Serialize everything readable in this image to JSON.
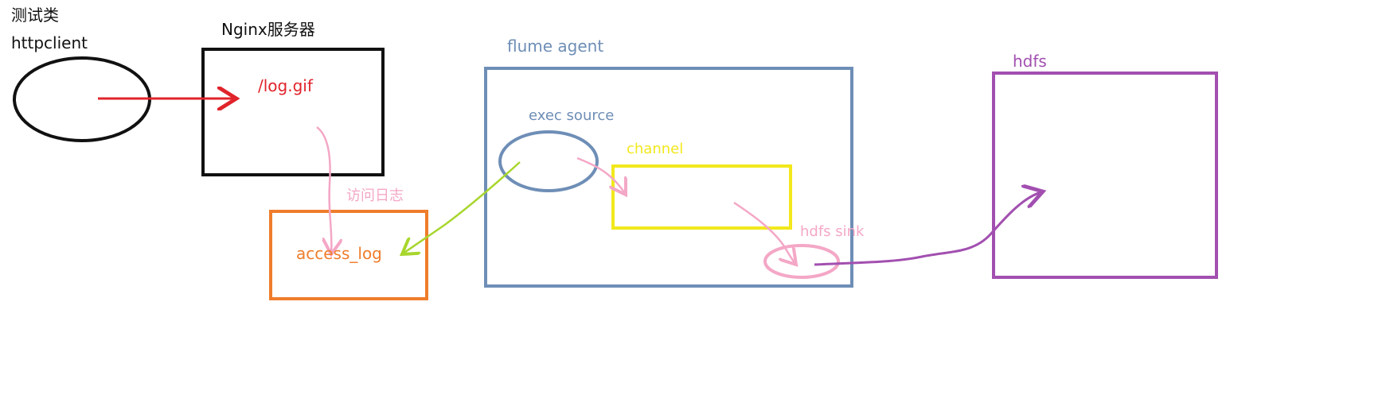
{
  "labels": {
    "test_class": "测试类",
    "http_client": "httpclient",
    "nginx_server": "Nginx服务器",
    "log_gif": "/log.gif",
    "access_log_note": "访问日志",
    "access_log": "access_log",
    "flume_agent": "flume  agent",
    "exec_source": "exec source",
    "channel": "channel",
    "hdfs_sink": "hdfs sink",
    "hdfs": "hdfs"
  },
  "colors": {
    "black": "#111111",
    "red": "#e0242b",
    "blue": "#6e8eb6",
    "yellow": "#f2e81c",
    "pink": "#f4a7c6",
    "orange": "#ef7d2c",
    "purple": "#a24fb0",
    "green": "#a8d62d"
  }
}
